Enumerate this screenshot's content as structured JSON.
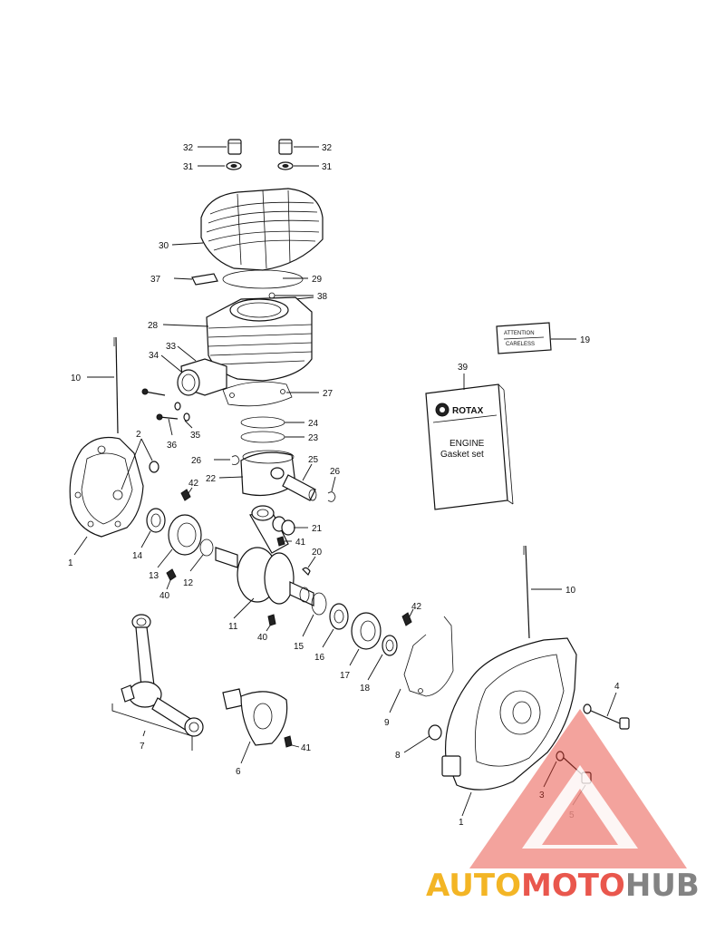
{
  "callouts": {
    "c32a": "32",
    "c32b": "32",
    "c31a": "31",
    "c31b": "31",
    "c30": "30",
    "c37": "37",
    "c29": "29",
    "c38": "38",
    "c28": "28",
    "c33": "33",
    "c34": "34",
    "c27": "27",
    "c10a": "10",
    "c24": "24",
    "c23": "23",
    "c36": "36",
    "c35": "35",
    "c2": "2",
    "c26a": "26",
    "c25": "25",
    "c26b": "26",
    "c22": "22",
    "c42a": "42",
    "c21": "21",
    "c41a": "41",
    "c1a": "1",
    "c14": "14",
    "c13": "13",
    "c12": "12",
    "c20": "20",
    "c40a": "40",
    "c11": "11",
    "c40b": "40",
    "c15": "15",
    "c16": "16",
    "c17": "17",
    "c18": "18",
    "c42b": "42",
    "c9": "9",
    "c10b": "10",
    "c4": "4",
    "c7": "7",
    "c6": "6",
    "c41b": "41",
    "c8": "8",
    "c3": "3",
    "c5": "5",
    "c1b": "1",
    "c19": "19",
    "c39": "39"
  },
  "decal": {
    "line1": "ATTENTION",
    "line2": "CARELESS"
  },
  "gasket_book": {
    "brand": "ROTAX",
    "title_line1": "ENGINE",
    "title_line2": "Gasket set"
  },
  "watermark": {
    "part1": "AUTO",
    "part2": "MOTO",
    "part3": "HUB",
    "color_orange": "#f2a900",
    "color_red": "#e63a2e",
    "color_gray": "#6e6e6e"
  }
}
